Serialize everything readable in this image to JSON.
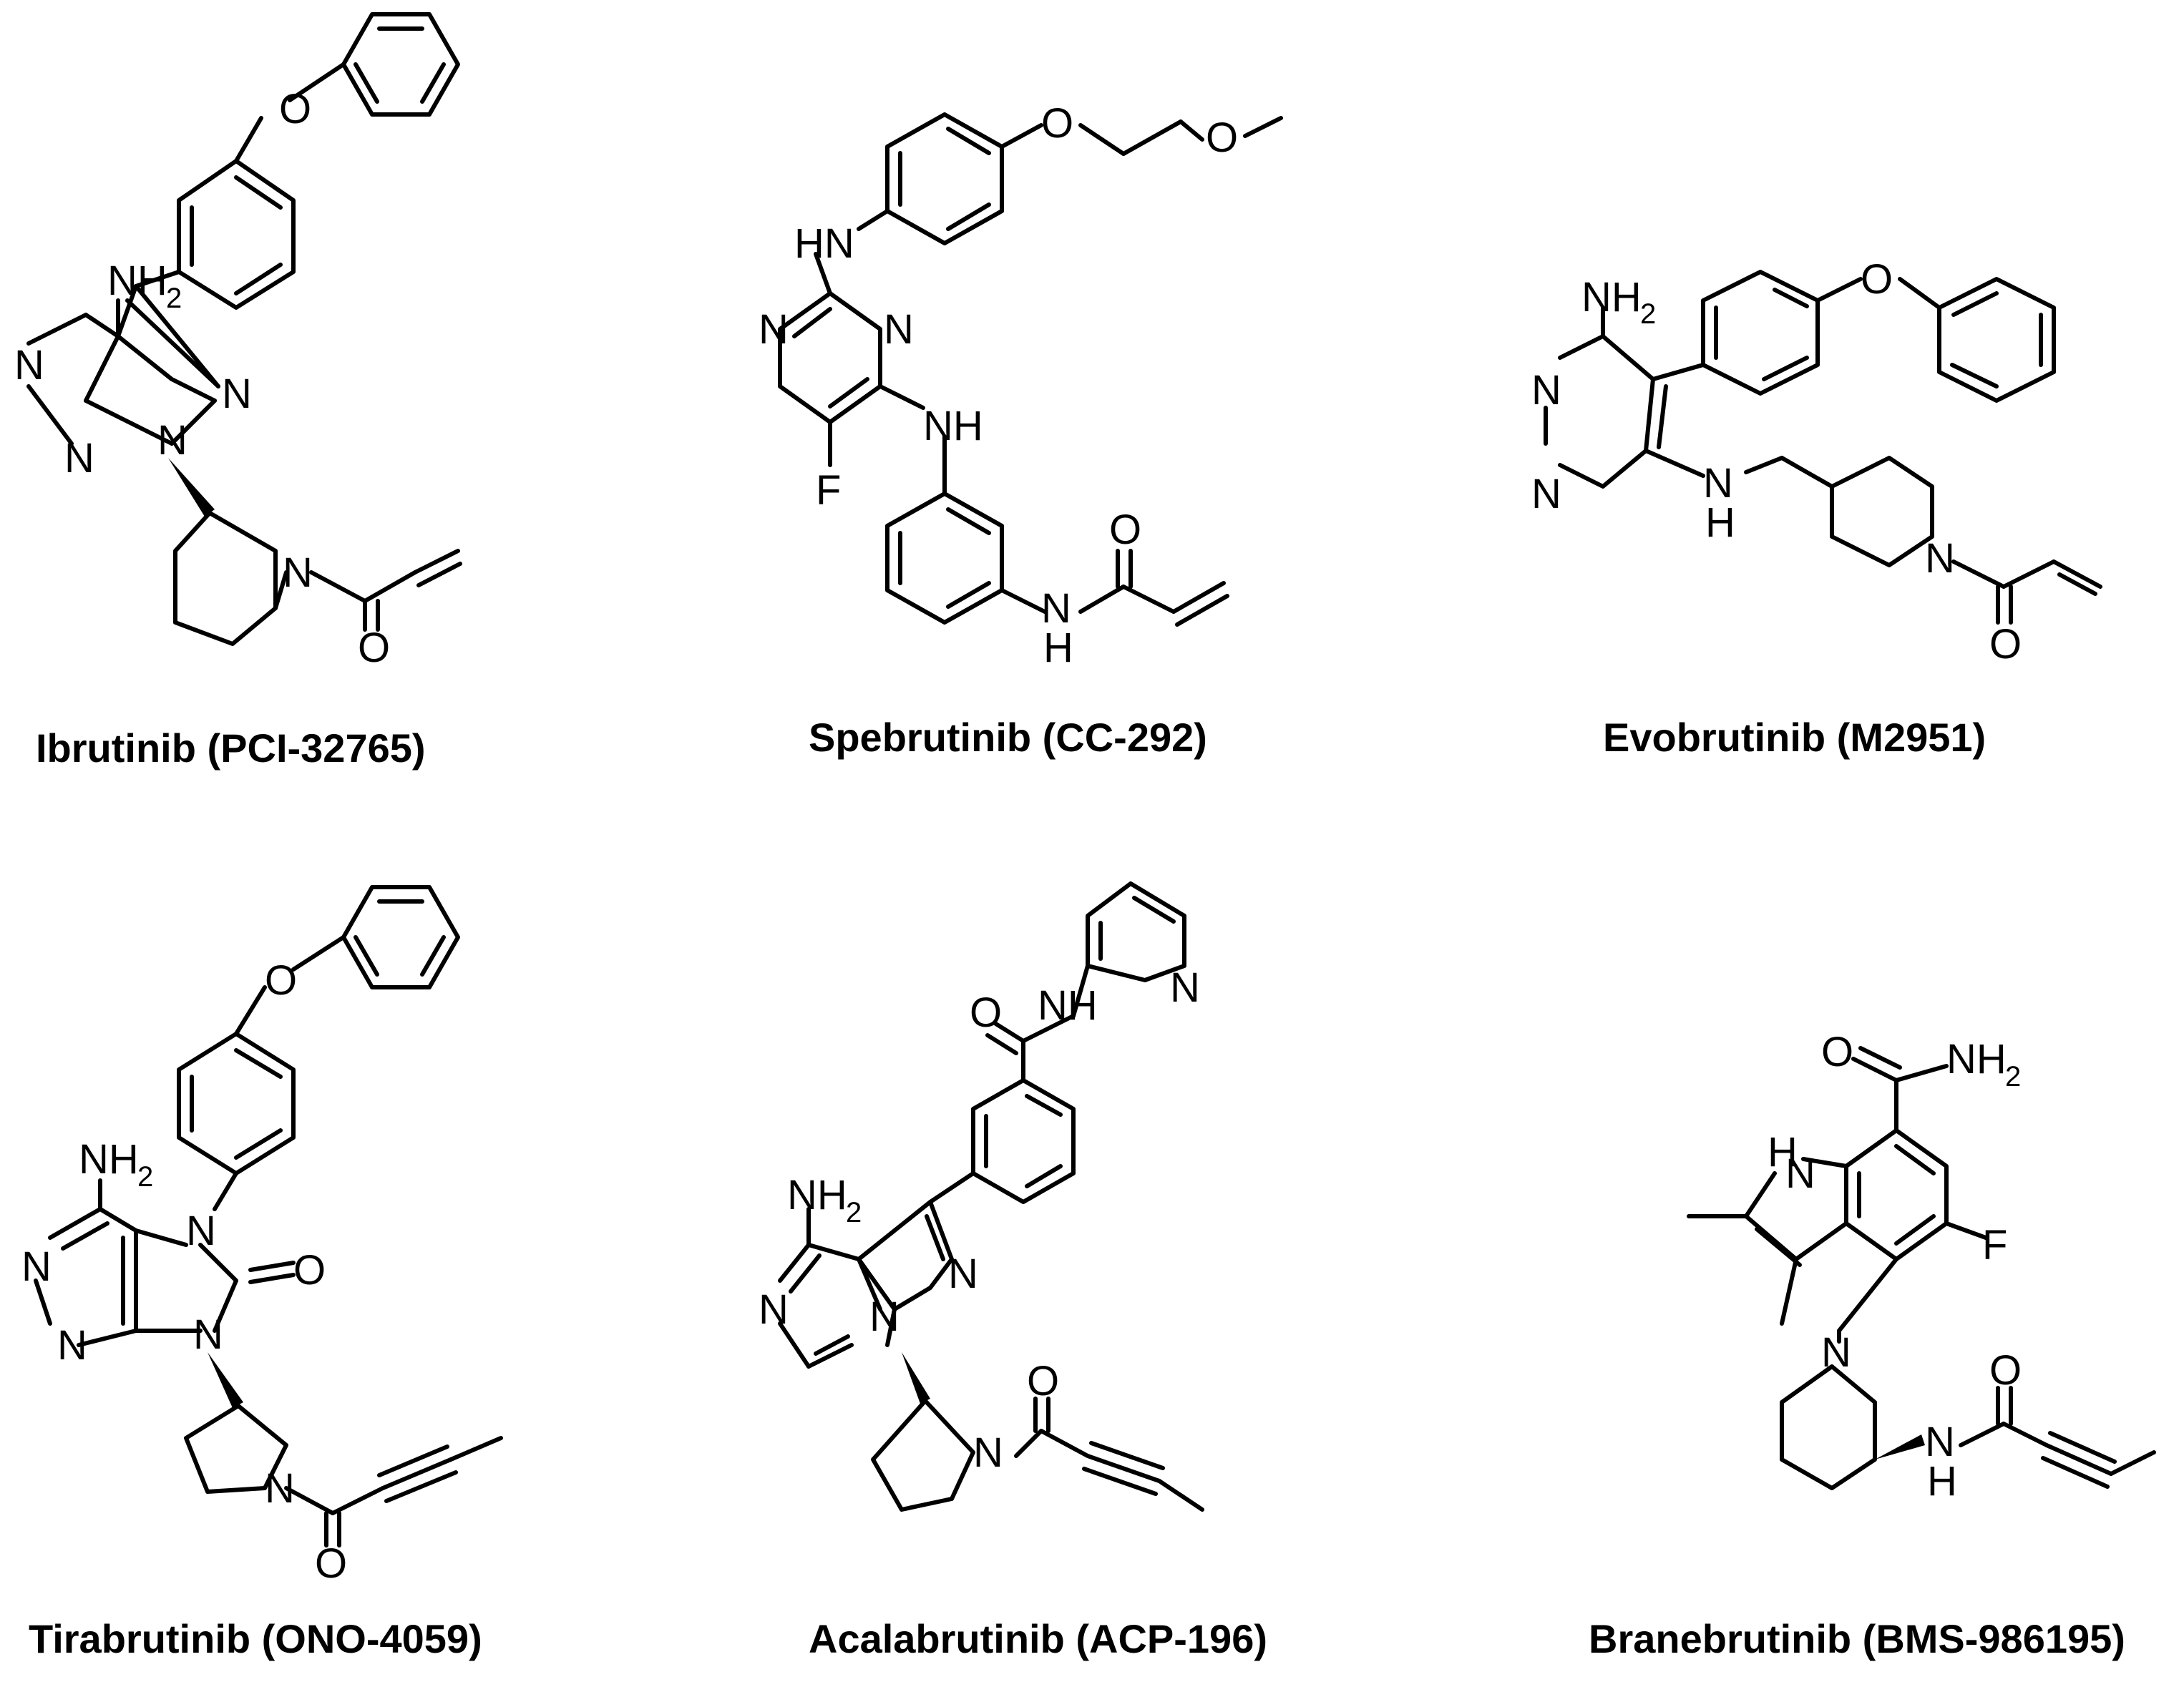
{
  "compounds": [
    {
      "name": "Ibrutinib (PCI-32765)"
    },
    {
      "name": "Spebrutinib (CC-292)"
    },
    {
      "name": "Evobrutinib (M2951)"
    },
    {
      "name": "Tirabrutinib (ONO-4059)"
    },
    {
      "name": "Acalabrutinib (ACP-196)"
    },
    {
      "name": "Branebrutinib (BMS-986195)"
    }
  ],
  "atoms": {
    "N": "N",
    "O": "O",
    "F": "F",
    "H": "H",
    "NH": "NH",
    "HN": "HN",
    "NH2": "NH",
    "sub2": "2"
  }
}
